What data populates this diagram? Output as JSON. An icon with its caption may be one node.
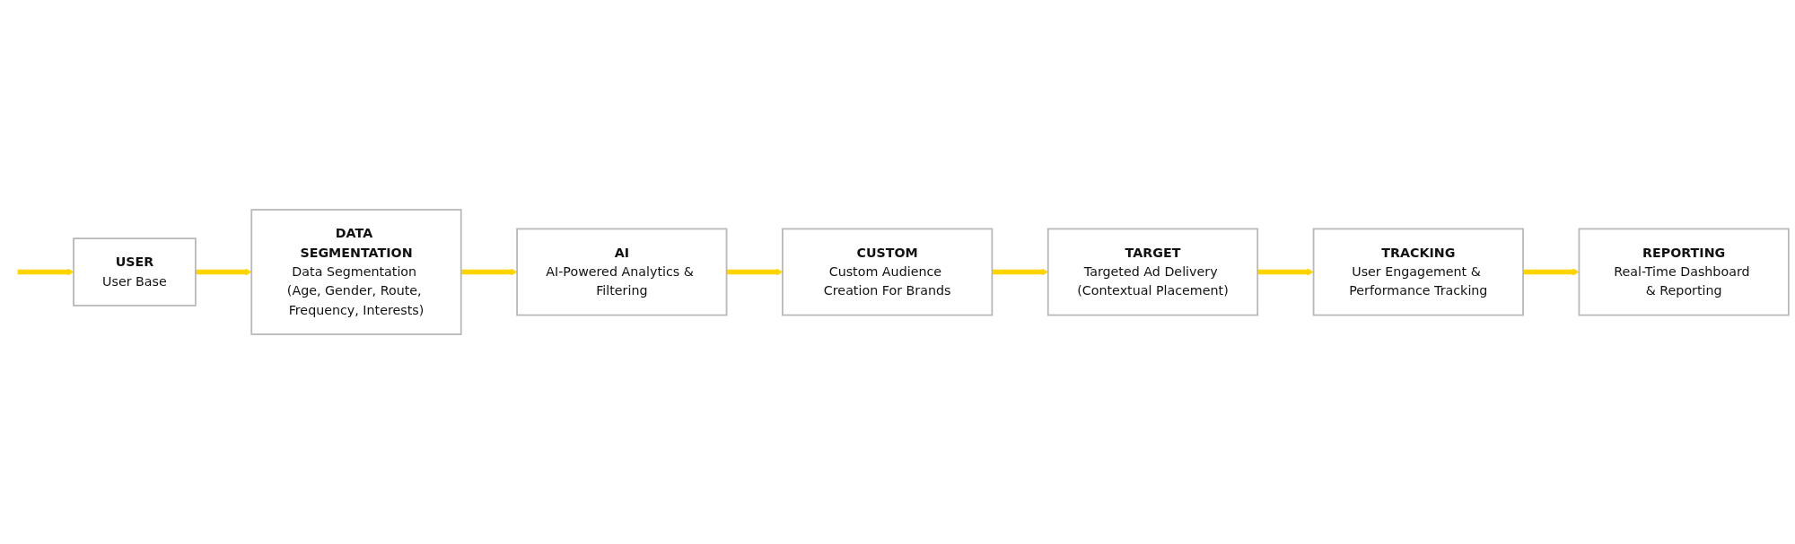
{
  "diagram": {
    "nodes": [
      {
        "text": [
          "USER",
          "User Base"
        ]
      },
      {
        "text": [
          "DATA SEGMENTATION",
          "Data Segmentation (Age, Gender, Route, Frequency, Interests)"
        ]
      },
      {
        "text": [
          "AI",
          "AI-Powered Analytics & Filtering"
        ]
      },
      {
        "text": [
          "CUSTOM",
          "Custom Audience Creation For Brands"
        ]
      },
      {
        "text": [
          "TARGET",
          "Targeted Ad Delivery (Contextual Placement)"
        ]
      },
      {
        "text": [
          "TRACKING",
          "User Engagement & Performance Tracking"
        ]
      },
      {
        "text": [
          "REPORTING",
          "Real-Time Dashboard & Reporting"
        ]
      }
    ],
    "edges": [
      {
        "from": null,
        "to": 0,
        "arrow": "to"
      },
      {
        "from": 0,
        "to": 1,
        "arrow": "to"
      },
      {
        "from": 1,
        "to": 2,
        "arrow": "to"
      },
      {
        "from": 2,
        "to": 3,
        "arrow": "to"
      },
      {
        "from": 3,
        "to": 4,
        "arrow": "to"
      },
      {
        "from": 4,
        "to": 5,
        "arrow": "to"
      },
      {
        "from": 5,
        "to": 6,
        "arrow": "to"
      }
    ]
  }
}
